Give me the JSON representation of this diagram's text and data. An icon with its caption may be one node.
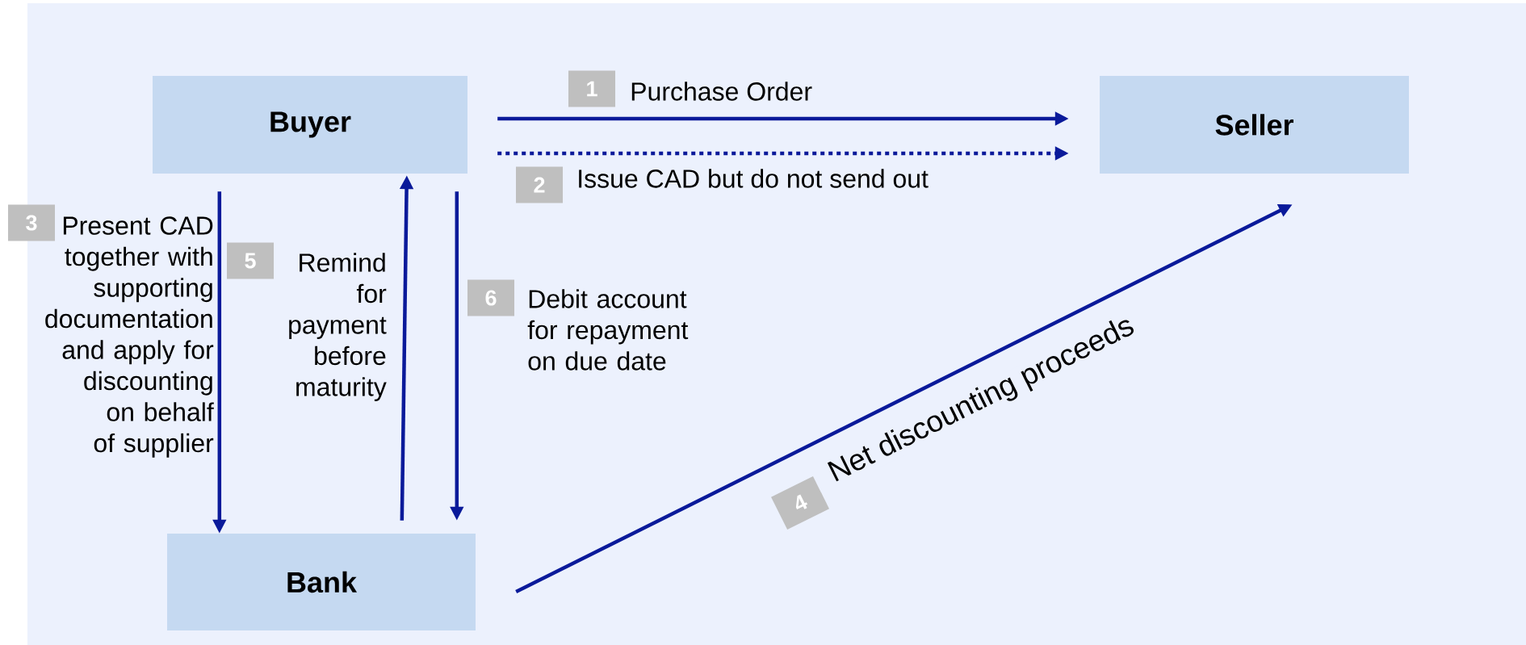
{
  "diagram": {
    "nodes": [
      {
        "text": [
          "Buyer"
        ]
      },
      {
        "text": [
          "Seller"
        ]
      },
      {
        "text": [
          "Bank"
        ]
      }
    ],
    "edges": [
      {
        "from": 0,
        "to": 1,
        "arrow": "to",
        "label": "Purchase Order"
      },
      {
        "from": 0,
        "to": 1,
        "arrow": "to",
        "label": "Issue CAD but do not send out",
        "style": "dashed"
      },
      {
        "from": 0,
        "to": 2,
        "arrow": "to",
        "label": "Present CAD together with supporting documentation and apply for discounting on behalf of supplier"
      },
      {
        "from": 2,
        "to": 1,
        "arrow": "to",
        "label": "Net discounting proceeds"
      },
      {
        "from": 2,
        "to": 0,
        "arrow": "to",
        "label": "Remind for payment before maturity"
      },
      {
        "from": 0,
        "to": 2,
        "arrow": "to",
        "label": "Debit account for repayment on due date"
      }
    ],
    "labels": [
      "1",
      "2",
      "3",
      "4",
      "5",
      "6"
    ]
  }
}
